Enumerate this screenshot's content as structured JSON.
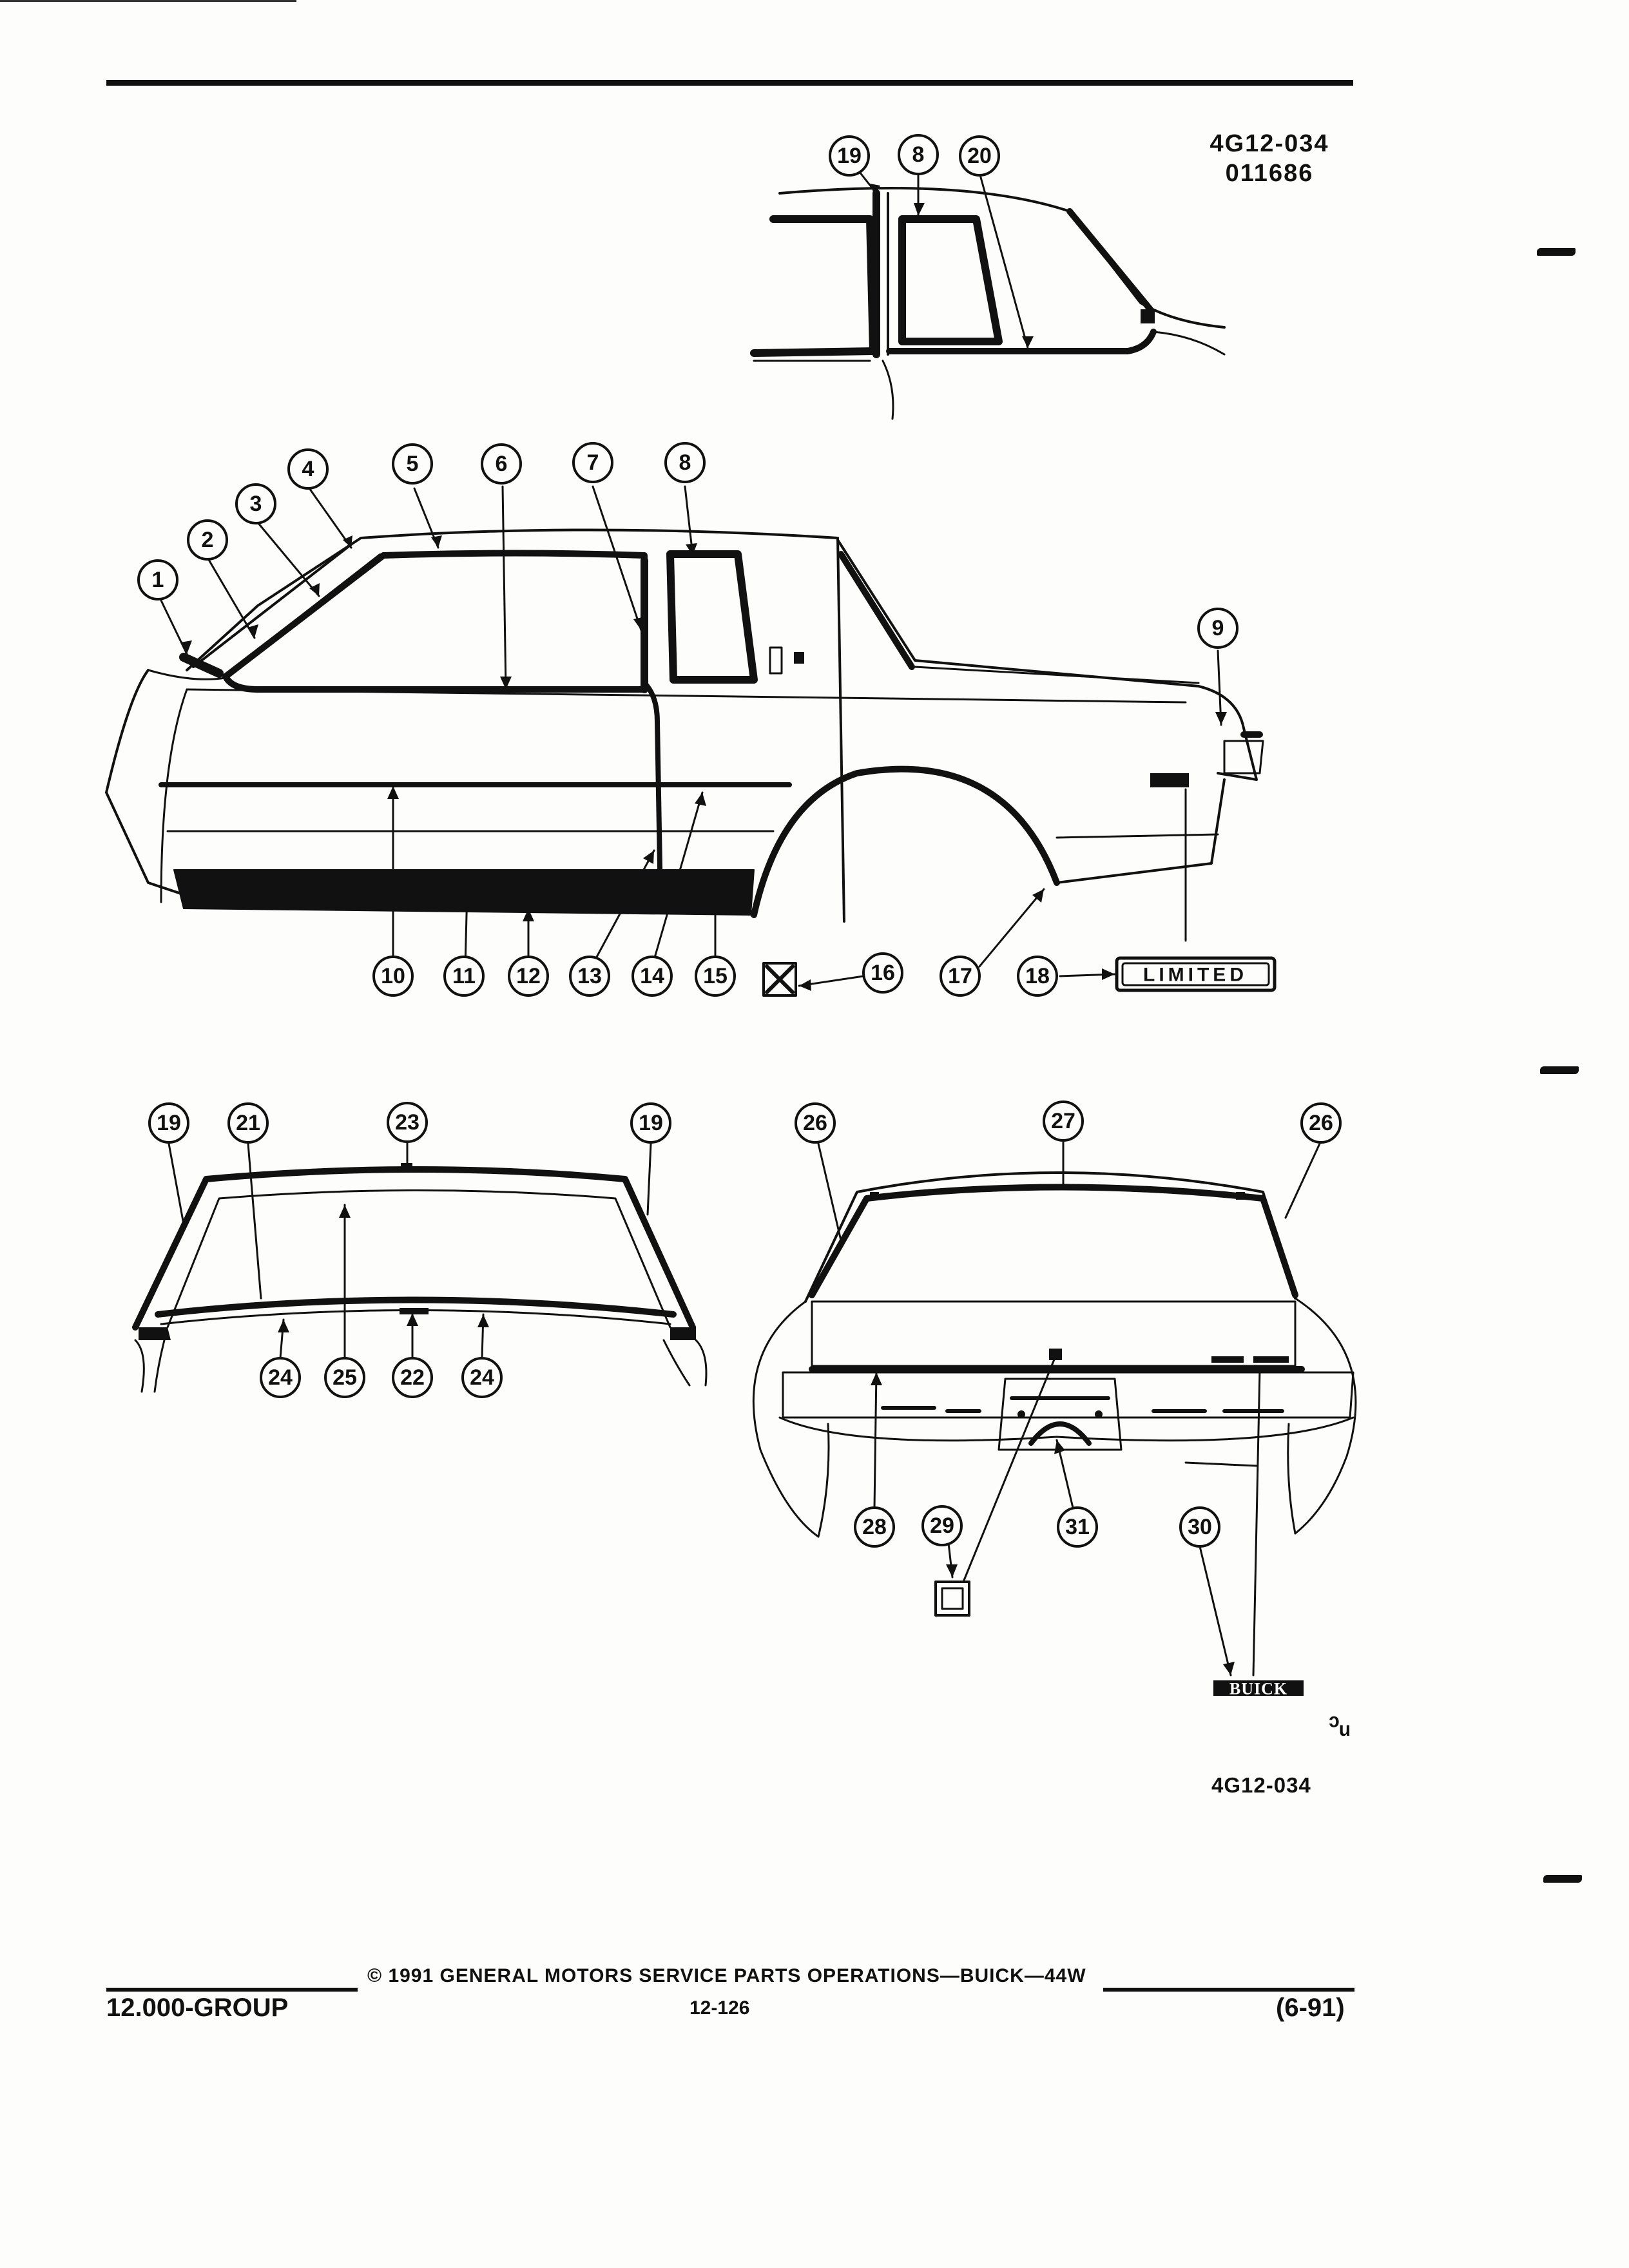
{
  "header": {
    "code_line1": "4G12-034",
    "code_line2": "011686"
  },
  "callouts": [
    "1",
    "2",
    "3",
    "4",
    "5",
    "6",
    "7",
    "8",
    "9",
    "10",
    "11",
    "12",
    "13",
    "14",
    "15",
    "16",
    "17",
    "18",
    "19",
    "20",
    "21",
    "22",
    "23",
    "24",
    "25",
    "26",
    "27",
    "28",
    "29",
    "30",
    "31"
  ],
  "emblems": {
    "limited": "LIMITED",
    "buick": "BUICK"
  },
  "footer": {
    "copyright": "© 1991 GENERAL MOTORS SERVICE PARTS OPERATIONS—BUICK—44W",
    "group": "12.000-GROUP",
    "page": "12-126",
    "date": "(6-91)",
    "code_bottom": "4G12-034",
    "cu_mark": "ᵓᵤ"
  },
  "colors": {
    "ink": "#111111",
    "paper": "#fdfdfb"
  }
}
